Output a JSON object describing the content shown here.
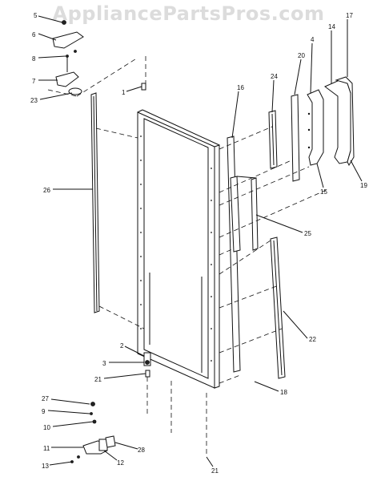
{
  "watermark": "AppliancePartsPros.com",
  "callouts": [
    {
      "id": "c5",
      "label": "5"
    },
    {
      "id": "c6",
      "label": "6"
    },
    {
      "id": "c8",
      "label": "8"
    },
    {
      "id": "c7",
      "label": "7"
    },
    {
      "id": "c23",
      "label": "23"
    },
    {
      "id": "c1",
      "label": "1"
    },
    {
      "id": "c26",
      "label": "26"
    },
    {
      "id": "c16",
      "label": "16"
    },
    {
      "id": "c24",
      "label": "24"
    },
    {
      "id": "c20",
      "label": "20"
    },
    {
      "id": "c4",
      "label": "4"
    },
    {
      "id": "c14",
      "label": "14"
    },
    {
      "id": "c17",
      "label": "17"
    },
    {
      "id": "c15",
      "label": "15"
    },
    {
      "id": "c19",
      "label": "19"
    },
    {
      "id": "c25",
      "label": "25"
    },
    {
      "id": "c22",
      "label": "22"
    },
    {
      "id": "c2",
      "label": "2"
    },
    {
      "id": "c3",
      "label": "3"
    },
    {
      "id": "c21a",
      "label": "21"
    },
    {
      "id": "c18",
      "label": "18"
    },
    {
      "id": "c27",
      "label": "27"
    },
    {
      "id": "c9",
      "label": "9"
    },
    {
      "id": "c10",
      "label": "10"
    },
    {
      "id": "c11",
      "label": "11"
    },
    {
      "id": "c28",
      "label": "28"
    },
    {
      "id": "c12",
      "label": "12"
    },
    {
      "id": "c13",
      "label": "13"
    },
    {
      "id": "c21b",
      "label": "21"
    }
  ]
}
